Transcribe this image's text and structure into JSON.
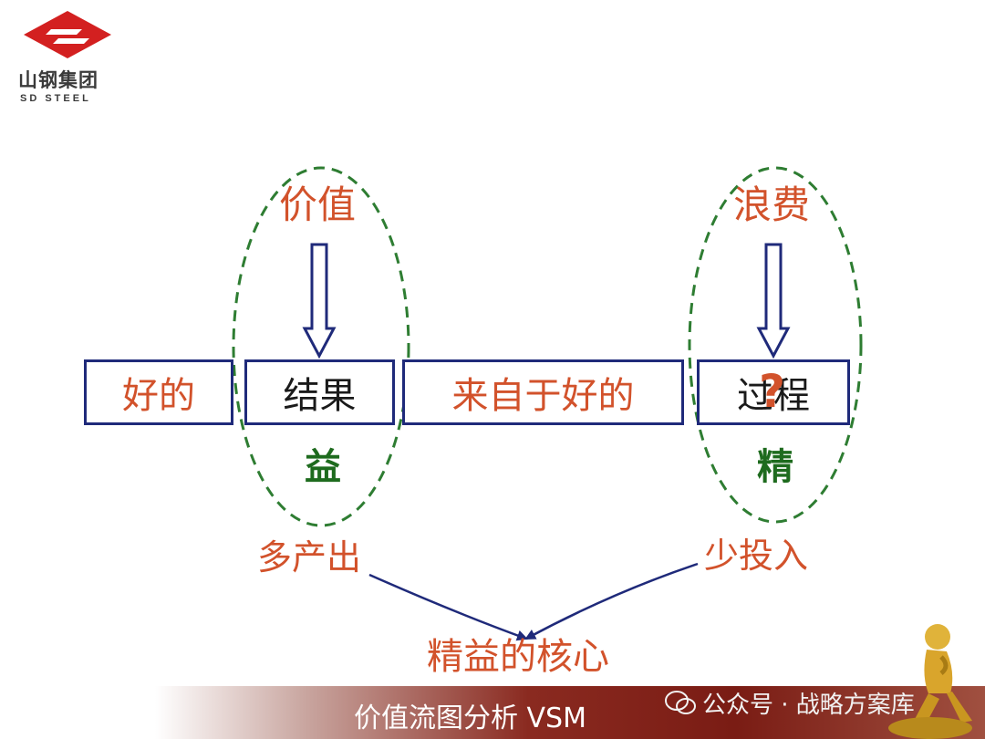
{
  "logo": {
    "cn": "山钢集团",
    "en": "SD STEEL"
  },
  "boxes": {
    "good": "好的",
    "result": "结果",
    "from_good": "来自于好的",
    "process": "过程"
  },
  "circles": {
    "left_top": "价值",
    "left_bottom": "益",
    "right_top": "浪费",
    "right_bottom": "精",
    "question_mark": "?"
  },
  "lower": {
    "more_output": "多产出",
    "less_input": "少投入",
    "core": "精益的核心"
  },
  "footer": {
    "title": "价值流图分析  VSM",
    "watermark": "公众号 · 战略方案库"
  },
  "colors": {
    "orange": "#d2522b",
    "green": "#1e6b1e",
    "navy": "#1f2a7a",
    "dashed": "#2e7d32"
  }
}
